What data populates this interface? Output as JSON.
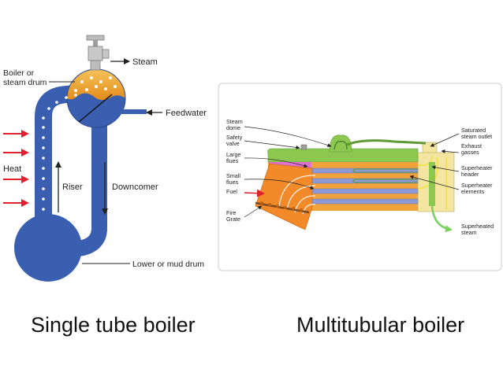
{
  "left_diagram": {
    "labels": {
      "boiler_drum_1": "Boiler or",
      "boiler_drum_2": "steam drum",
      "steam": "Steam",
      "feedwater": "Feedwater",
      "heat": "Heat",
      "riser": "Riser",
      "downcomer": "Downcomer",
      "mud_drum": "Lower or mud drum"
    },
    "caption": "Single tube boiler"
  },
  "right_diagram": {
    "labels": {
      "steam_dome_1": "Steam",
      "steam_dome_2": "dome",
      "safety_valve_1": "Safety",
      "safety_valve_2": "valve",
      "large_flues_1": "Large",
      "large_flues_2": "flues",
      "small_flues_1": "Small",
      "small_flues_2": "flues",
      "fuel": "Fuel",
      "fire_grate_1": "Fire",
      "fire_grate_2": "Grate",
      "saturated_1": "Saturated",
      "saturated_2": "steam outlet",
      "exhaust_1": "Exhaust",
      "exhaust_2": "gasses",
      "sh_header_1": "Superheater",
      "sh_header_2": "header",
      "sh_elements_1": "Superheater",
      "sh_elements_2": "elements",
      "superheated_1": "Superheated",
      "superheated_2": "steam"
    },
    "caption": "Multitubular boiler"
  },
  "colors": {
    "tube_blue": "#3a5fb0",
    "dot": "#ffffff",
    "heat_arrow": "#e0202a",
    "water_orange": "#f2a23a",
    "shell_green": "#8cc850",
    "flue_blue": "#8d9ad8",
    "pink": "#e070d0",
    "firebox": "#f28a2a",
    "smokebox": "#f4e6a0"
  }
}
